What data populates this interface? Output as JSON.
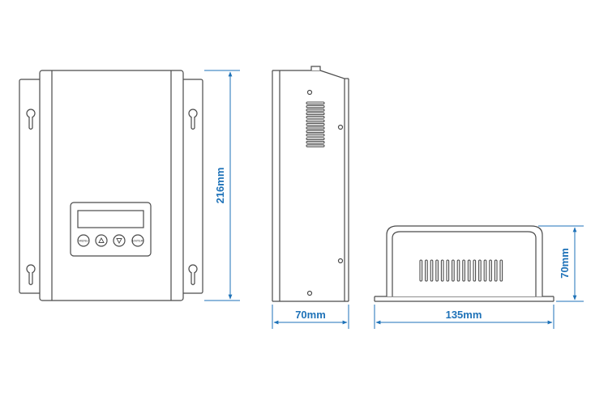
{
  "front_view": {
    "height_label": "216mm",
    "buttons": [
      {
        "label": "MENU",
        "icon": ""
      },
      {
        "label": "",
        "icon": "up-arrow"
      },
      {
        "label": "",
        "icon": "down-arrow"
      },
      {
        "label": "ENTER",
        "icon": ""
      }
    ]
  },
  "side_view": {
    "depth_label": "70mm"
  },
  "bottom_view": {
    "width_label": "135mm",
    "height_label": "70mm"
  },
  "colors": {
    "line": "#4a4a4a",
    "dimension": "#1e72b8",
    "fill": "#ffffff"
  }
}
